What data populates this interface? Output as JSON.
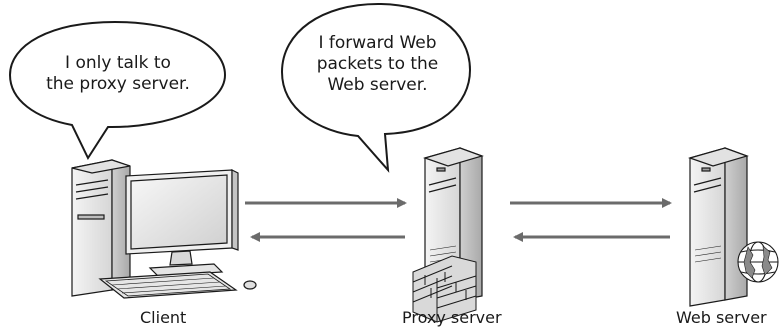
{
  "bubbles": {
    "client": {
      "line1": "I only talk to",
      "line2": "the proxy server."
    },
    "proxy": {
      "line1": "I forward Web",
      "line2": "packets to the",
      "line3": "Web server."
    }
  },
  "labels": {
    "client": "Client",
    "proxy": "Proxy server",
    "web": "Web server"
  },
  "colors": {
    "arrow": "#6b6b6b",
    "outline": "#1a1a1a",
    "case_light": "#e9e9e9",
    "case_dark": "#bdbdbd",
    "brick": "#d9d9d9"
  },
  "icons": [
    "desktop-computer-icon",
    "server-tower-icon",
    "firewall-icon",
    "globe-icon"
  ]
}
